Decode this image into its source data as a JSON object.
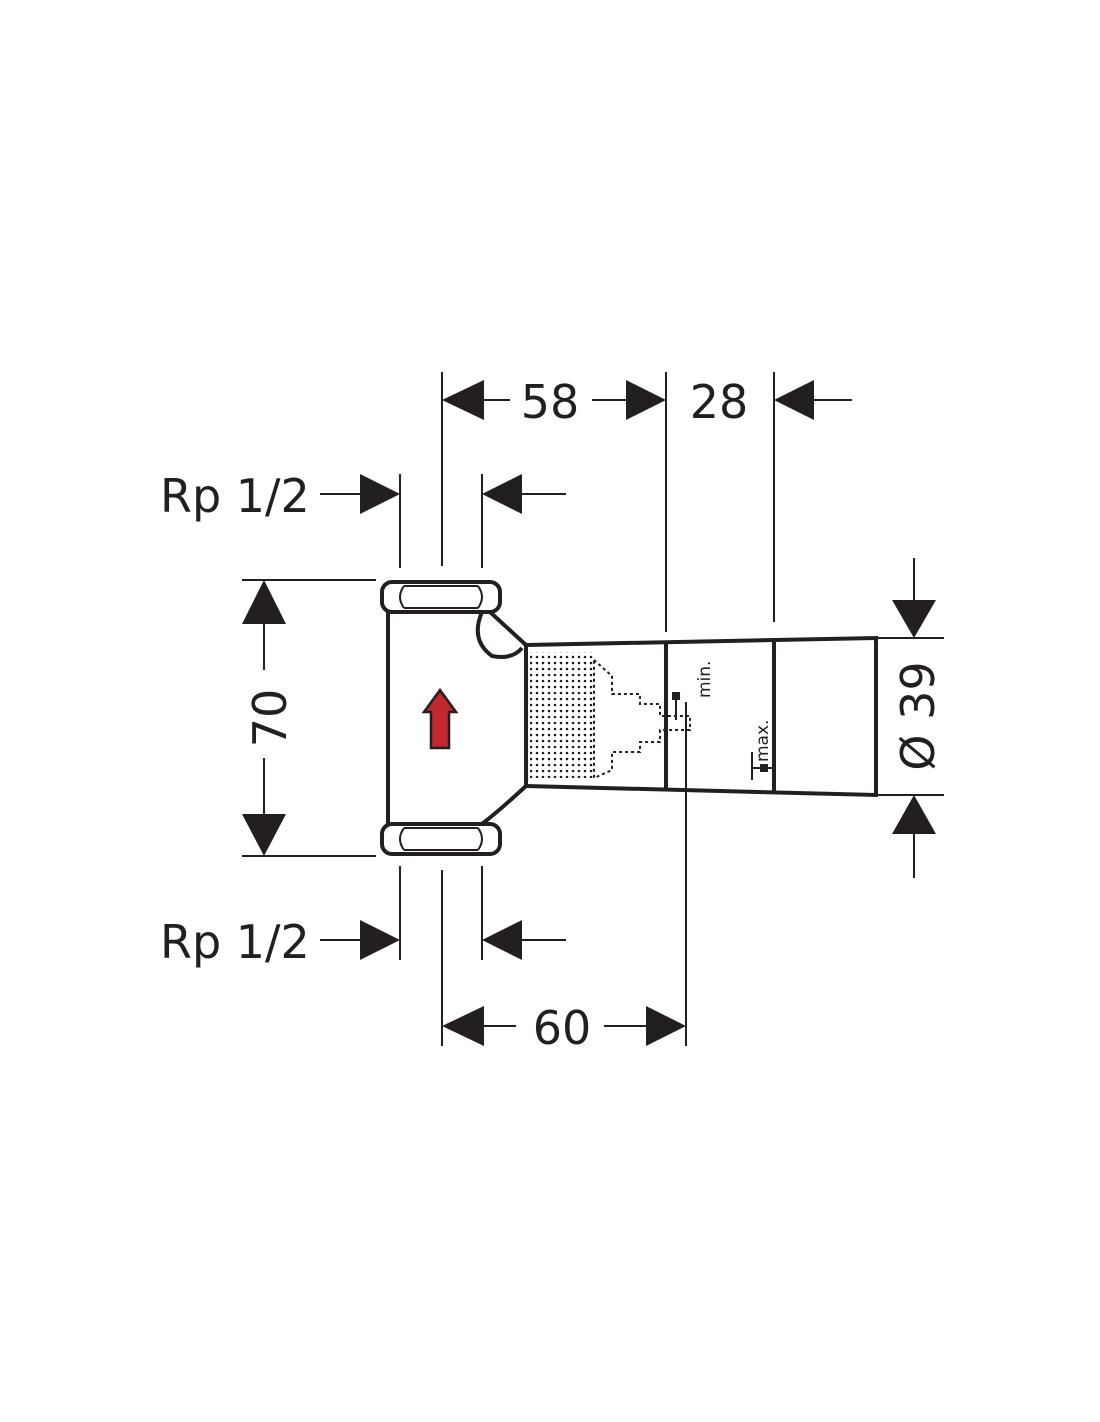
{
  "dimensions": {
    "top_left": "58",
    "top_right": "28",
    "bottom": "60",
    "height": "70",
    "diameter": "Ø 39"
  },
  "threads": {
    "top": "Rp 1/2",
    "bottom": "Rp 1/2"
  },
  "depth_marks": {
    "min": "min.",
    "max": "max."
  },
  "colors": {
    "line": "#231f20",
    "flow_arrow": "#c1272d"
  },
  "icons": {
    "flow": "flow-direction-arrow-icon"
  }
}
